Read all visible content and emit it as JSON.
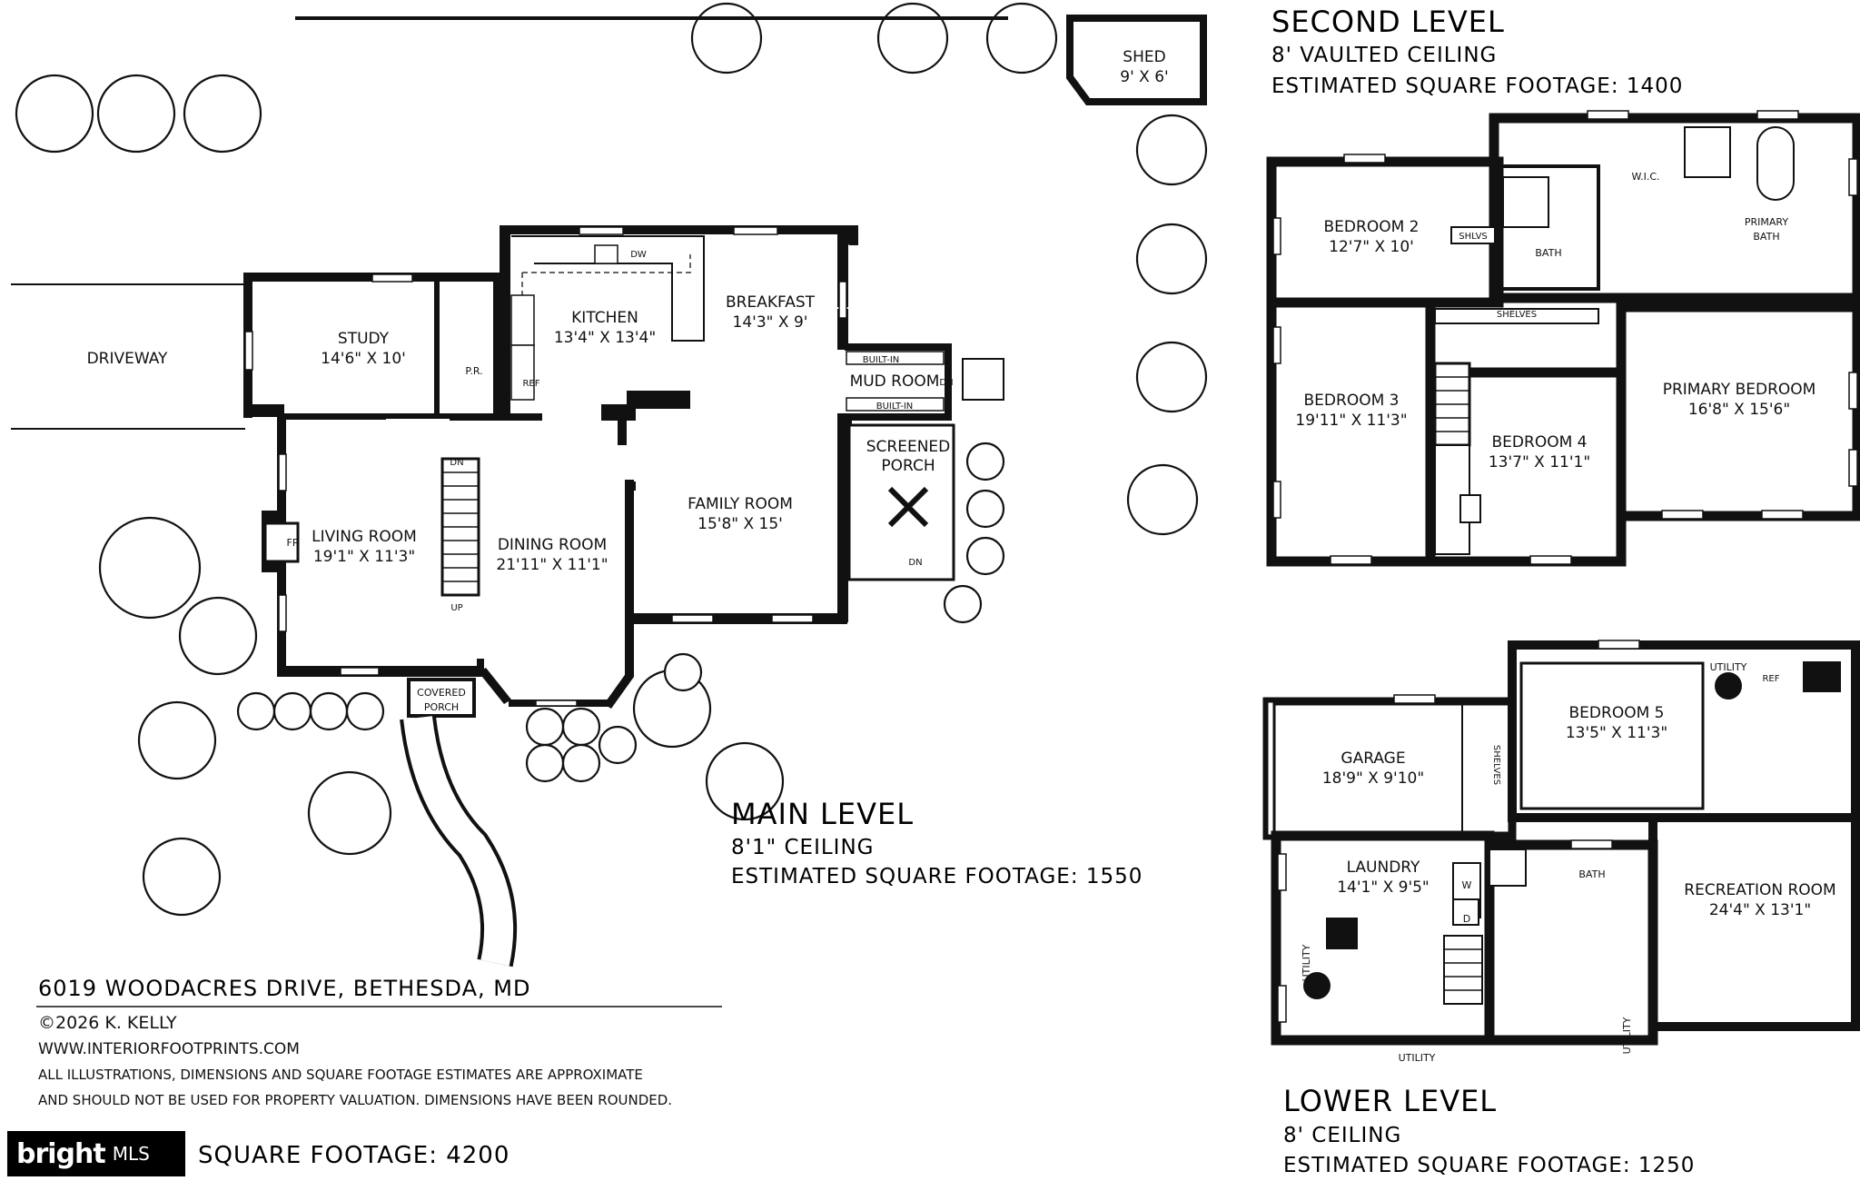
{
  "main_level": {
    "title": "MAIN LEVEL",
    "ceiling": "8'1\" CEILING",
    "sqft": "ESTIMATED SQUARE FOOTAGE: 1550",
    "rooms": {
      "study": {
        "name": "STUDY",
        "dims": "14'6\" X 10'"
      },
      "pr": {
        "name": "P.R."
      },
      "kitchen": {
        "name": "KITCHEN",
        "dims": "13'4\" X 13'4\""
      },
      "breakfast": {
        "name": "BREAKFAST",
        "dims": "14'3\" X 9'"
      },
      "living": {
        "name": "LIVING ROOM",
        "dims": "19'1\" X 11'3\""
      },
      "dining": {
        "name": "DINING ROOM",
        "dims": "21'11\" X 11'1\""
      },
      "family": {
        "name": "FAMILY ROOM",
        "dims": "15'8\" X 15'"
      },
      "mud": {
        "name": "MUD ROOM"
      },
      "screened": {
        "name1": "SCREENED",
        "name2": "PORCH"
      },
      "covered": {
        "name1": "COVERED",
        "name2": "PORCH"
      },
      "shed": {
        "name": "SHED",
        "dims": "9' X 6'"
      }
    },
    "labels": {
      "driveway": "DRIVEWAY",
      "builtin": "BUILT-IN",
      "ref": "REF",
      "dw": "DW",
      "fp": "FP",
      "dn": "DN",
      "up": "UP"
    }
  },
  "second_level": {
    "title": "SECOND LEVEL",
    "ceiling": "8' VAULTED CEILING",
    "sqft": "ESTIMATED SQUARE FOOTAGE: 1400",
    "rooms": {
      "bed2": {
        "name": "BEDROOM 2",
        "dims": "12'7\" X 10'"
      },
      "bed3": {
        "name": "BEDROOM 3",
        "dims": "19'11\" X 11'3\""
      },
      "bed4": {
        "name": "BEDROOM 4",
        "dims": "13'7\" X 11'1\""
      },
      "primary": {
        "name": "PRIMARY BEDROOM",
        "dims": "16'8\" X 15'6\""
      },
      "pbath1": "PRIMARY",
      "pbath2": "BATH",
      "bath": "BATH",
      "wic": "W.I.C.",
      "shlvs": "SHLVS",
      "shelves": "SHELVES"
    }
  },
  "lower_level": {
    "title": "LOWER LEVEL",
    "ceiling": "8' CEILING",
    "sqft": "ESTIMATED SQUARE FOOTAGE: 1250",
    "rooms": {
      "garage": {
        "name": "GARAGE",
        "dims": "18'9\" X 9'10\""
      },
      "shelves": "SHELVES",
      "bed5": {
        "name": "BEDROOM 5",
        "dims": "13'5\" X 11'3\""
      },
      "laundry": {
        "name": "LAUNDRY",
        "dims": "14'1\" X 9'5\""
      },
      "bath": "BATH",
      "rec": {
        "name": "RECREATION ROOM",
        "dims": "24'4\" X 13'1\""
      },
      "utility": "UTILITY",
      "ref": "REF",
      "w": "W",
      "d": "D"
    }
  },
  "footer": {
    "address": "6019 WOODACRES DRIVE, BETHESDA, MD",
    "copyright": "©2026 K. KELLY",
    "website": "WWW.INTERIORFOOTPRINTS.COM",
    "disclaimer1": "ALL ILLUSTRATIONS, DIMENSIONS AND SQUARE FOOTAGE ESTIMATES ARE APPROXIMATE",
    "disclaimer2": "AND  SHOULD NOT BE USED FOR PROPERTY VALUATION. DIMENSIONS HAVE BEEN ROUNDED.",
    "total": "SQUARE FOOTAGE: 4200"
  },
  "logo": {
    "brand": "bright",
    "suffix": "MLS"
  }
}
